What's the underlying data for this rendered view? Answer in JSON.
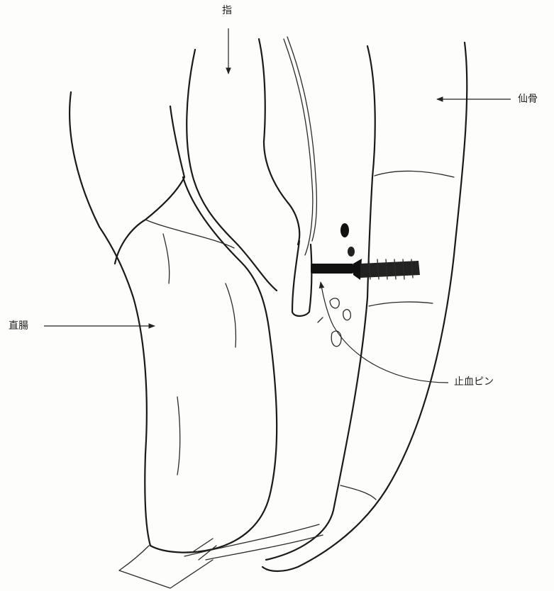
{
  "labels": {
    "finger": "指",
    "sacrum": "仙骨",
    "rectum": "直腸",
    "hemostatic_pin": "止血ピン"
  }
}
